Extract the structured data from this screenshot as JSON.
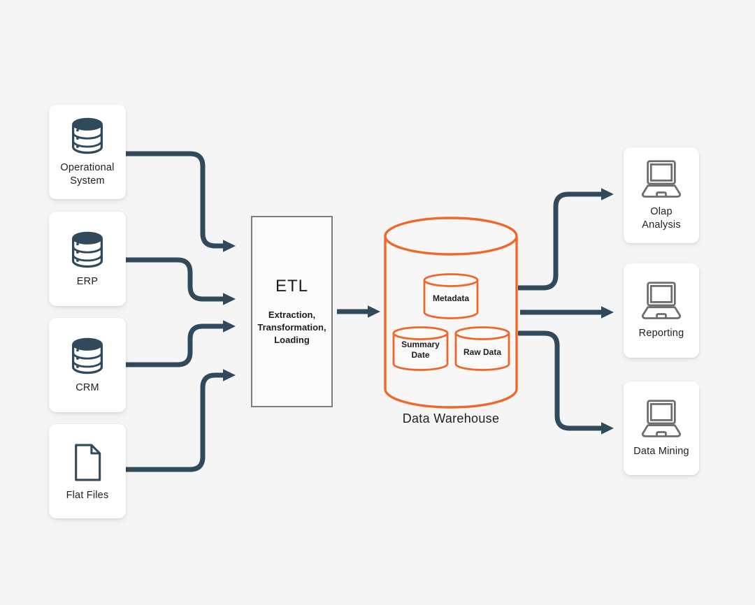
{
  "colors": {
    "background": "#f5f5f6",
    "arrow_dark": "#304a5c",
    "warehouse_orange": "#f0672a",
    "etl_border": "#7e7e7e",
    "laptop_gray": "#6d6d6d",
    "text": "#1e1e1e"
  },
  "sources": [
    {
      "label": "Operational System",
      "icon": "database-icon"
    },
    {
      "label": "ERP",
      "icon": "database-icon"
    },
    {
      "label": "CRM",
      "icon": "database-icon"
    },
    {
      "label": "Flat Files",
      "icon": "document-icon"
    }
  ],
  "etl": {
    "title": "ETL",
    "subtitle": "Extraction,\nTransformation,\nLoading"
  },
  "warehouse": {
    "label": "Data Warehouse",
    "stores": [
      {
        "label": "Metadata"
      },
      {
        "label": "Summary Date"
      },
      {
        "label": "Raw Data"
      }
    ]
  },
  "outputs": [
    {
      "label": "Olap Analysis",
      "icon": "laptop-icon"
    },
    {
      "label": "Reporting",
      "icon": "laptop-icon"
    },
    {
      "label": "Data Mining",
      "icon": "laptop-icon"
    }
  ]
}
